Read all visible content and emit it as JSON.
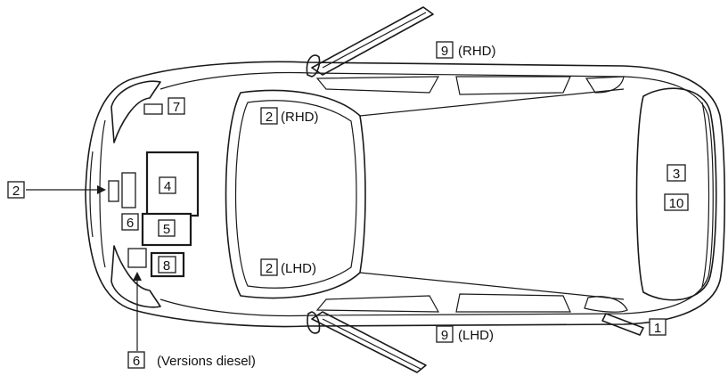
{
  "diagram": {
    "callouts": {
      "one": "1",
      "two_left": "2",
      "two_rhd": "2",
      "two_lhd": "2",
      "three": "3",
      "four": "4",
      "five": "5",
      "six_inner": "6",
      "six_bottom": "6",
      "seven": "7",
      "eight": "8",
      "nine_rhd": "9",
      "nine_lhd": "9",
      "ten": "10"
    },
    "labels": {
      "rhd_windscreen": "(RHD)",
      "lhd_windscreen": "(LHD)",
      "rhd_door": "(RHD)",
      "lhd_door": "(LHD)",
      "versions_diesel": "(Versions diesel)"
    },
    "stroke_color": "#1a1a1a",
    "background_color": "#ffffff"
  }
}
